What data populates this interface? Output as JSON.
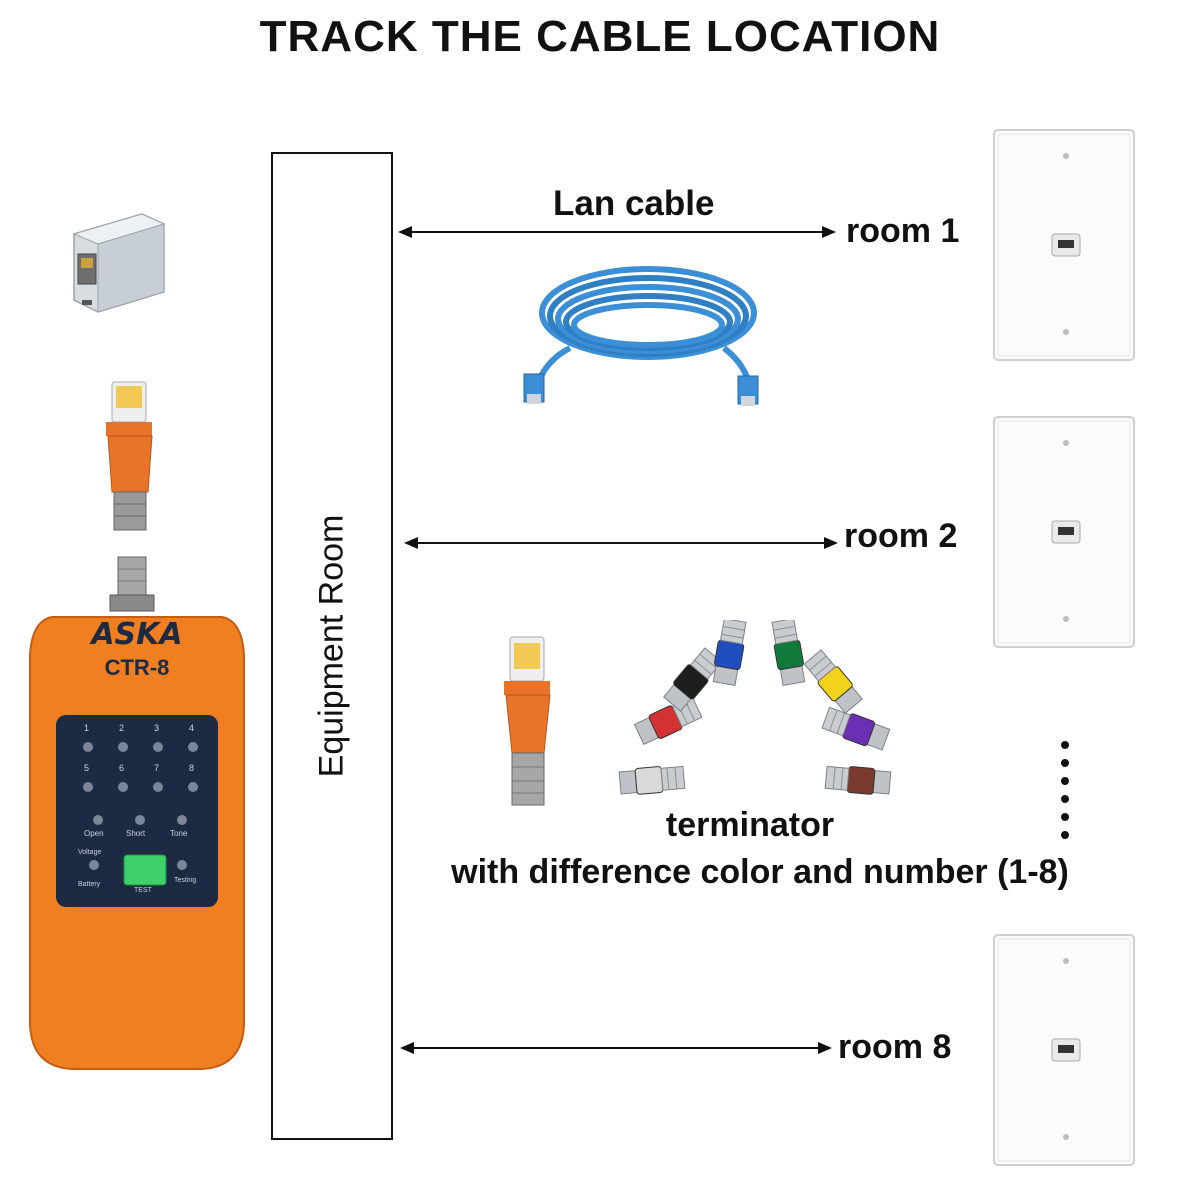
{
  "title": "TRACK THE CABLE LOCATION",
  "equipment_room": {
    "label": "Equipment Room"
  },
  "lan_cable": {
    "label": "Lan cable",
    "color": "#3b8fd6"
  },
  "rooms": [
    {
      "label": "room 1"
    },
    {
      "label": "room 2"
    },
    {
      "label": "room 8"
    }
  ],
  "terminator": {
    "label": "terminator",
    "description": "with difference color and number (1-8)",
    "colors": [
      "#d9d9d9",
      "#d23232",
      "#1e1e1e",
      "#1f4fbf",
      "#0f7a3a",
      "#f2d21b",
      "#6b2fb5",
      "#7a3b2e"
    ]
  },
  "tester": {
    "brand": "ASKA",
    "model": "CTR-8",
    "body_color": "#f07f22",
    "panel_color": "#1c2a44",
    "led_numbers": [
      "1",
      "2",
      "3",
      "4",
      "5",
      "6",
      "7",
      "8"
    ],
    "status_labels": [
      "Open",
      "Short",
      "Tone"
    ],
    "voltage_label": "Voltage",
    "battery_label": "Battery",
    "test_button_label": "TEST",
    "testing_label": "Testing",
    "test_button_color": "#3fd06a"
  },
  "icons": [
    "rj45-coupler-icon",
    "rj45-plug-adapter-icon",
    "lan-cable-icon",
    "wall-plate-icon",
    "terminator-icon",
    "more-rooms-dots-icon"
  ]
}
